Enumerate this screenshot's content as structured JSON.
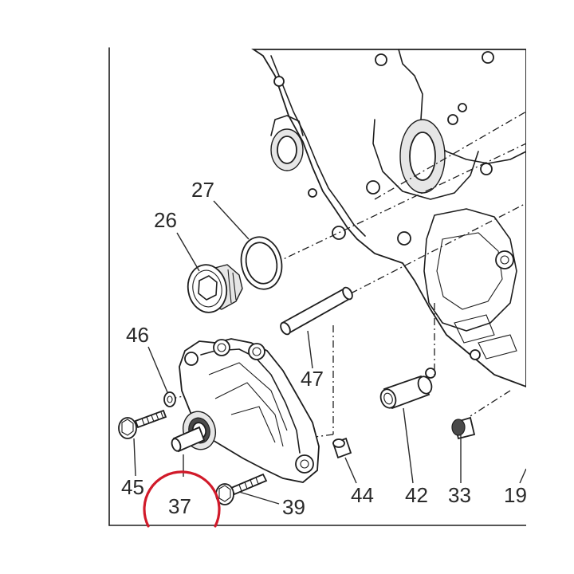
{
  "callouts": {
    "c27": "27",
    "c26": "26",
    "c46": "46",
    "c47": "47",
    "c45": "45",
    "c37": "37",
    "c39": "39",
    "c44": "44",
    "c42": "42",
    "c33": "33",
    "c19": "19"
  },
  "highlight": {
    "target": "37",
    "color": "#d11a2a"
  }
}
